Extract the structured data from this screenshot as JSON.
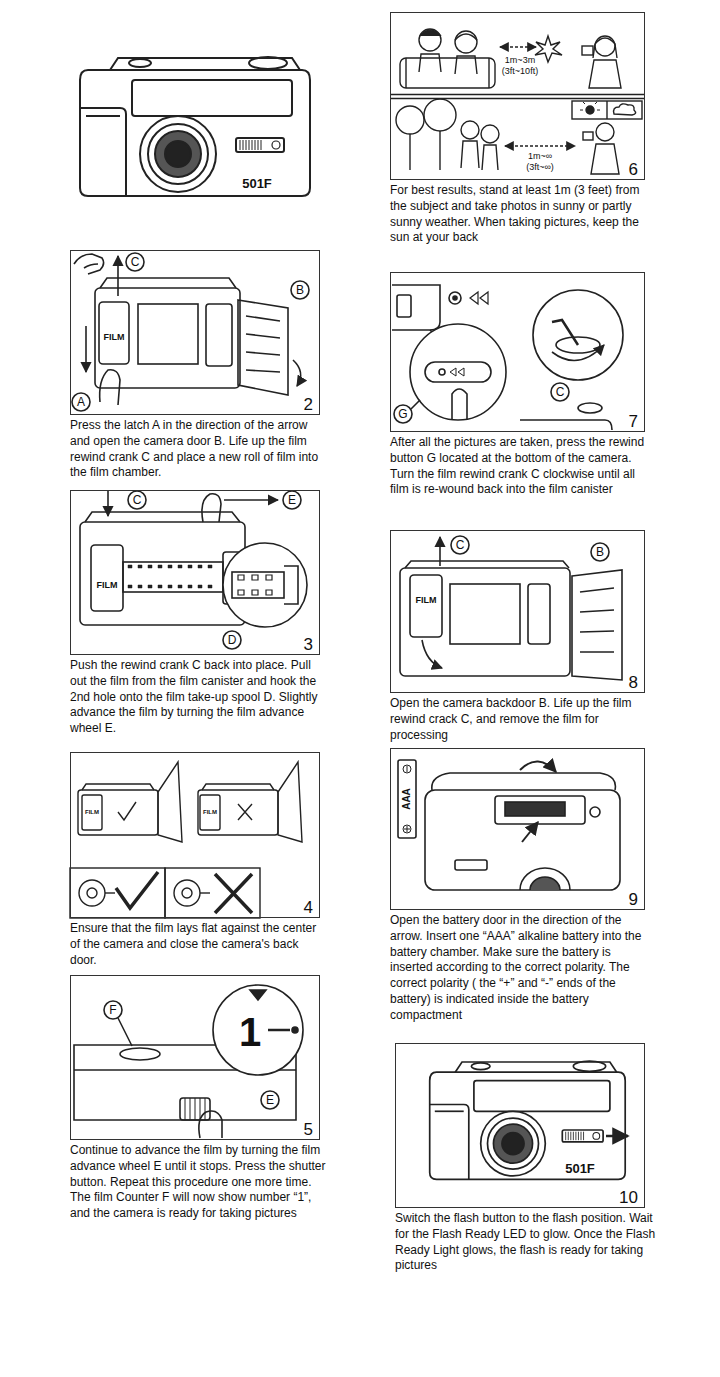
{
  "diagram": {
    "nodes": [
      {
        "text": [
          "2",
          "Press the latch A in the direction of the arrow and open the camera door B. Life up the film rewind crank C and place a new roll of film into the film chamber."
        ]
      },
      {
        "text": [
          "3",
          "Push the rewind crank C back into place. Pull out the film from the film canister and hook the 2nd hole onto the film take-up spool D. Slightly advance the film by turning the film advance wheel E."
        ]
      },
      {
        "text": [
          "4",
          "Ensure that the film lays flat against the center of the camera and close the camera's back door."
        ]
      },
      {
        "text": [
          "5",
          "Continue to advance the film by turning the film advance wheel E until it stops. Press the shutter button. Repeat this procedure one more time. The film Counter F will now show number “1”, and the camera is ready for taking pictures"
        ]
      },
      {
        "text": [
          "6",
          "For best results, stand at least 1m (3 feet) from the subject and take photos in sunny or partly sunny weather. When taking pictures, keep the sun at your back"
        ]
      },
      {
        "text": [
          "7",
          "After all the pictures are taken, press the rewind button G located at the bottom of the camera. Turn the film rewind crank C clockwise until all film is re-wound back into the film canister"
        ]
      },
      {
        "text": [
          "8",
          "Open the camera backdoor B. Life up the film rewind crack C, and remove the film for processing"
        ]
      },
      {
        "text": [
          "9",
          "Open the battery door in the direction of the arrow. Insert one “AAA” alkaline battery into the battery chamber. Make sure the battery is inserted according to the correct polarity. The correct polarity ( the “+” and “-” ends of the battery) is indicated inside the battery compactment"
        ]
      },
      {
        "text": [
          "10",
          "Switch the flash button to the flash position. Wait for the Flash Ready LED to glow. Once the Flash Ready Light glows, the flash is ready for taking pictures"
        ]
      }
    ],
    "labels": [
      "501F",
      "C",
      "B",
      "FILM",
      "A",
      "C",
      "E",
      "FILM",
      "D",
      "FILM",
      "FILM",
      "F",
      "1",
      "E",
      "1m~3m",
      "(3ft~10ft)",
      "1m~∞",
      "(3ft~∞)",
      "C",
      "G",
      "C",
      "B",
      "FILM",
      "AAA",
      "501F"
    ]
  }
}
